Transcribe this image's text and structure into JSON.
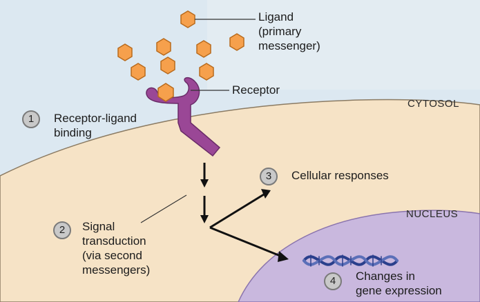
{
  "labels": {
    "ligand": "Ligand\n(primary\nmessenger)",
    "receptor": "Receptor",
    "cytosol": "CYTOSOL",
    "nucleus": "NUCLEUS"
  },
  "steps": [
    {
      "num": "1",
      "text": "Receptor-ligand\nbinding"
    },
    {
      "num": "2",
      "text": "Signal\ntransduction\n(via second\nmessengers)"
    },
    {
      "num": "3",
      "text": "Cellular responses"
    },
    {
      "num": "4",
      "text": "Changes in\ngene expression"
    }
  ],
  "colors": {
    "extracellular": "#dce8f1",
    "cytoplasm": "#f6e3c6",
    "nucleus": "#c9b8de",
    "ligand": "#f6a04c",
    "receptor": "#9a4796",
    "dna": "#2a3f8c"
  }
}
